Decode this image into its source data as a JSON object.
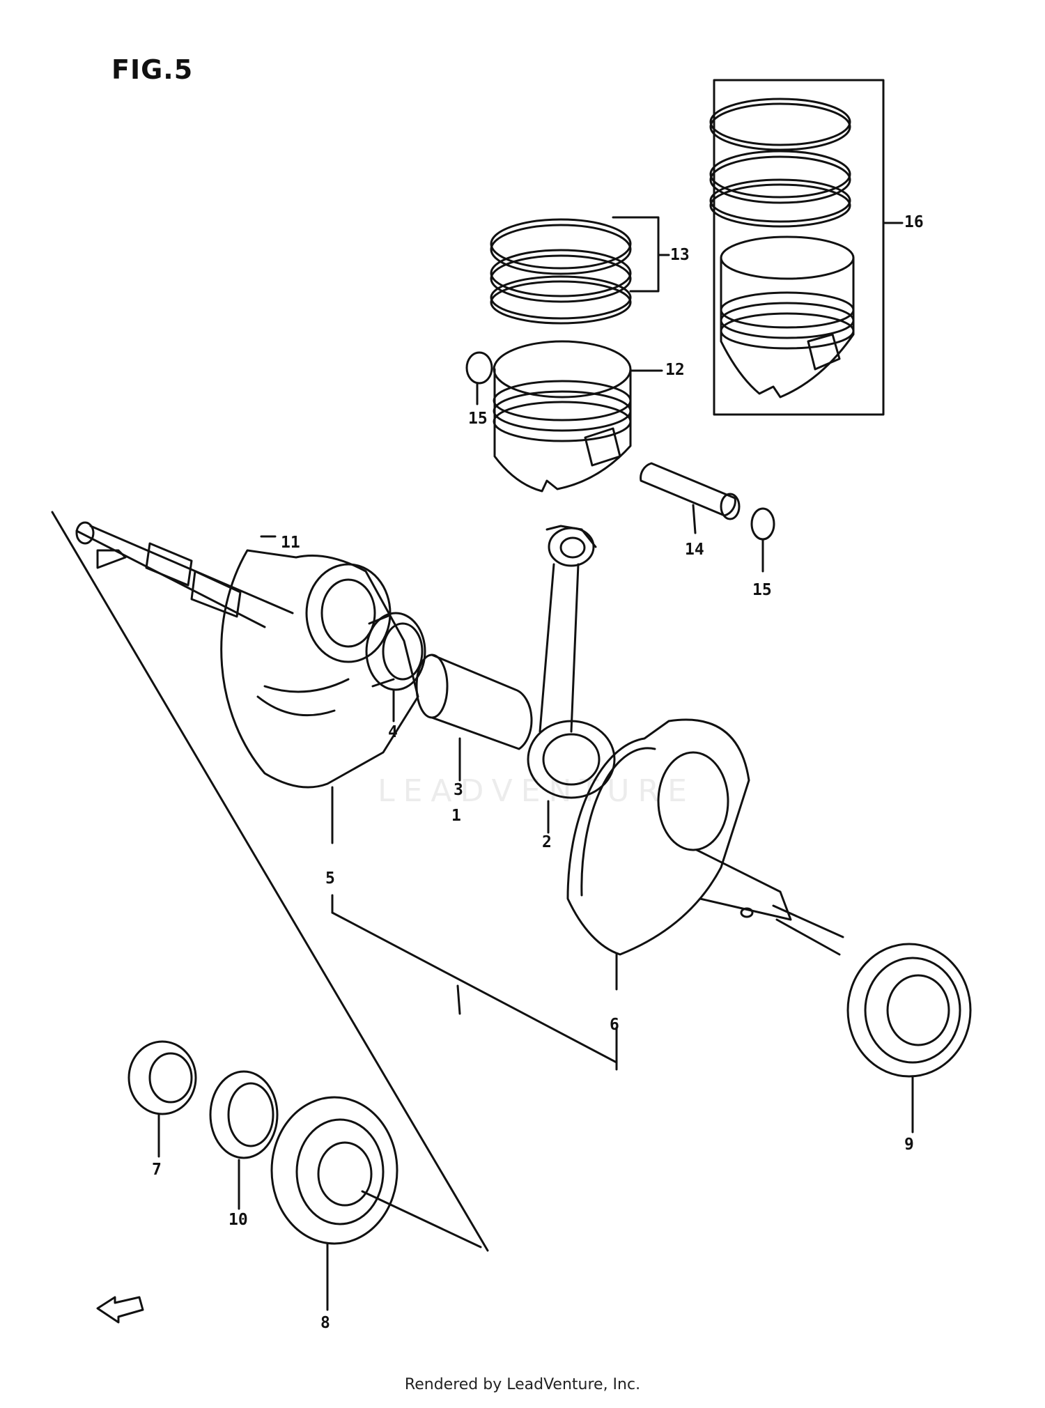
{
  "figure": {
    "title": "FIG.5"
  },
  "callouts": [
    {
      "id": "1",
      "text": "1"
    },
    {
      "id": "2",
      "text": "2"
    },
    {
      "id": "3",
      "text": "3"
    },
    {
      "id": "4",
      "text": "4"
    },
    {
      "id": "5",
      "text": "5"
    },
    {
      "id": "6",
      "text": "6"
    },
    {
      "id": "7",
      "text": "7"
    },
    {
      "id": "8",
      "text": "8"
    },
    {
      "id": "9",
      "text": "9"
    },
    {
      "id": "10",
      "text": "10"
    },
    {
      "id": "11",
      "text": "11"
    },
    {
      "id": "12",
      "text": "12"
    },
    {
      "id": "13",
      "text": "13"
    },
    {
      "id": "14",
      "text": "14"
    },
    {
      "id": "15a",
      "text": "15"
    },
    {
      "id": "15b",
      "text": "15"
    },
    {
      "id": "16",
      "text": "16"
    }
  ],
  "watermark": "LEADVENTURE",
  "footer": "Rendered by LeadVenture, Inc."
}
